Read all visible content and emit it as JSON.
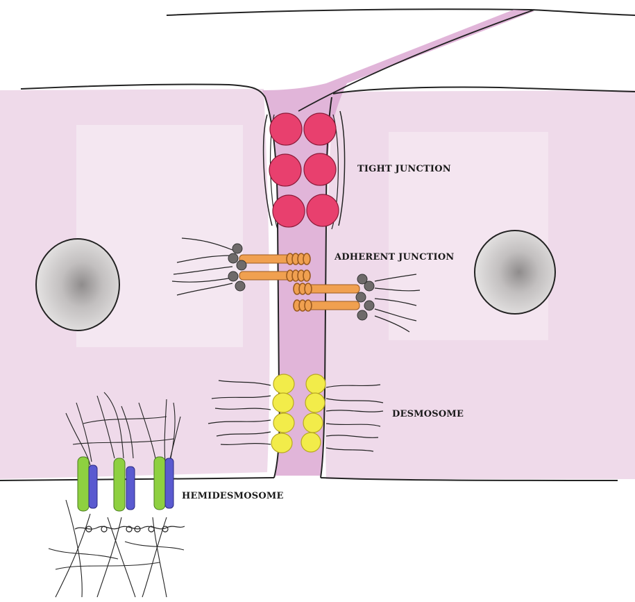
{
  "diagram": {
    "labels": {
      "tight_junction": "TIGHT JUNCTION",
      "adherent_junction": "ADHERENT JUNCTION",
      "desmosome": "DESMOSOME",
      "hemidesmosome": "HEMIDESMOSOME"
    },
    "colors": {
      "cytoplasm": "#ecd3e6",
      "intercellular_space": "#d9a3cf",
      "tight_junction_protein": "#e8406e",
      "adherent_cadherin": "#f0a050",
      "adherent_anchor": "#6e6a6a",
      "desmosome_plaque": "#f2ec4a",
      "hemidesmosome_integrin_green": "#8ed040",
      "hemidesmosome_integrin_blue": "#5a5ad0",
      "nucleus": "#c9c6c6",
      "outline": "#222222"
    }
  }
}
